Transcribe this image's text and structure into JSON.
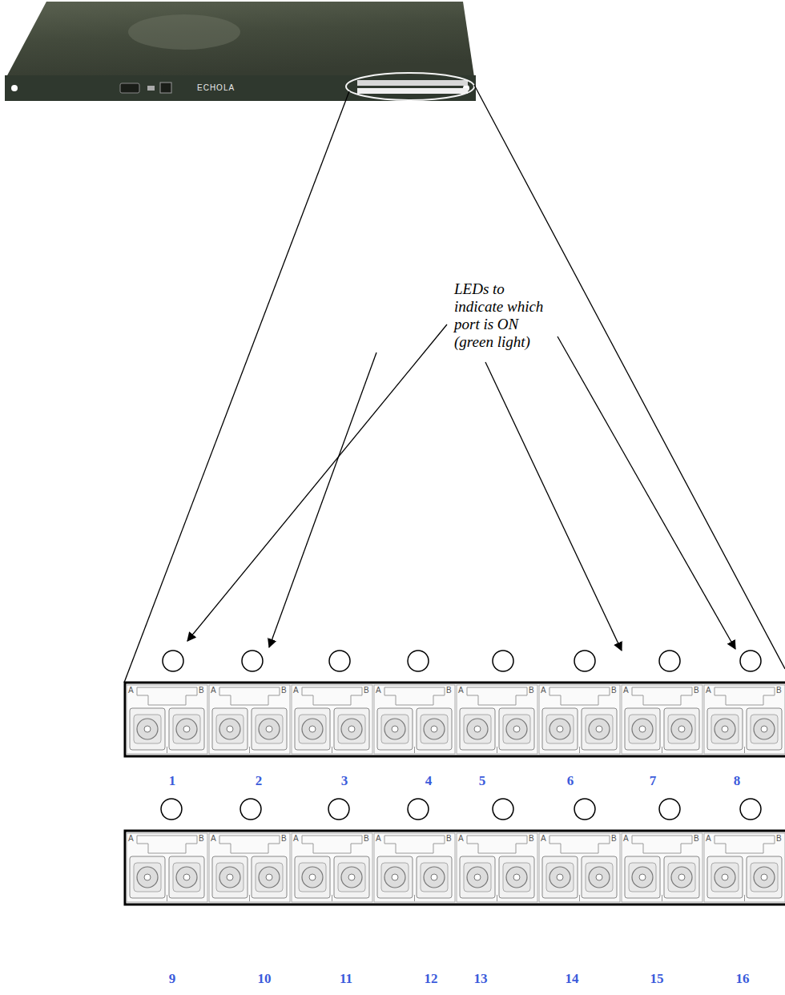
{
  "diagram": {
    "labels": [
      "ECHOLA",
      "LEDs to indicate which port is ON (green light)",
      "1",
      "2",
      "3",
      "4",
      "5",
      "6",
      "7",
      "8",
      "9",
      "10",
      "11",
      "12",
      "13",
      "14",
      "15",
      "16",
      "A",
      "B",
      "A",
      "B",
      "A",
      "B",
      "A",
      "B",
      "A",
      "B",
      "A",
      "B",
      "A",
      "B",
      "A",
      "B",
      "A",
      "B",
      "A",
      "B",
      "A",
      "B",
      "A",
      "B",
      "A",
      "B",
      "A",
      "B",
      "A",
      "B",
      "A",
      "B"
    ]
  }
}
